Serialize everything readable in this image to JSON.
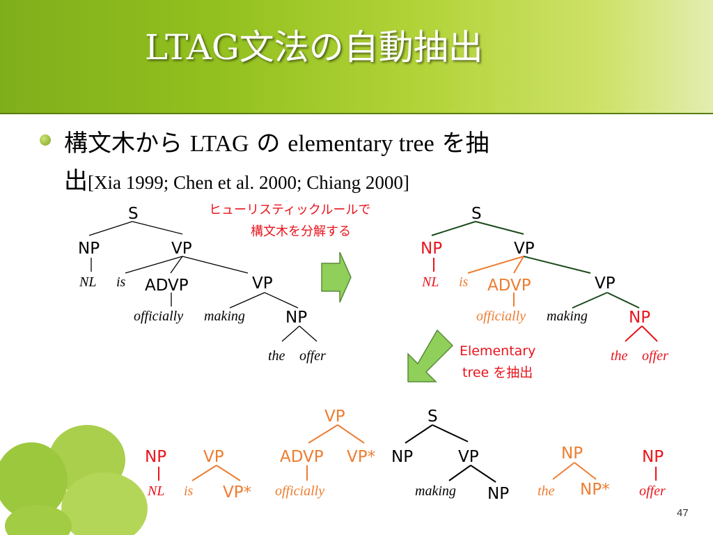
{
  "slide": {
    "title": "LTAG文法の自動抽出",
    "bullet": {
      "part1": "構文木から ",
      "part2": "LTAG",
      "part3": " の ",
      "part4": "elementary tree",
      "part5": " を抽",
      "part6": "出",
      "citation": "[Xia 1999; Chen et al. 2000; Chiang 2000]"
    },
    "annotation_top": [
      "ヒューリスティックルールで",
      "構文木を分解する"
    ],
    "annotation_mid": [
      "Elementary",
      "tree を抽出"
    ],
    "page_number": "47"
  },
  "colors": {
    "black": "#000000",
    "red": "#e8141c",
    "orange": "#ed7d31",
    "green": "#1a4a1a",
    "arrow_fill": "#8fcf5a",
    "arrow_stroke": "#5a8a3a"
  },
  "labels": {
    "S": "S",
    "NP": "NP",
    "VP": "VP",
    "ADVP": "ADVP",
    "VPstar": "VP*",
    "NPstar": "NP*",
    "NL": "NL",
    "is": "is",
    "officially": "officially",
    "making": "making",
    "the": "the",
    "offer": "offer"
  }
}
